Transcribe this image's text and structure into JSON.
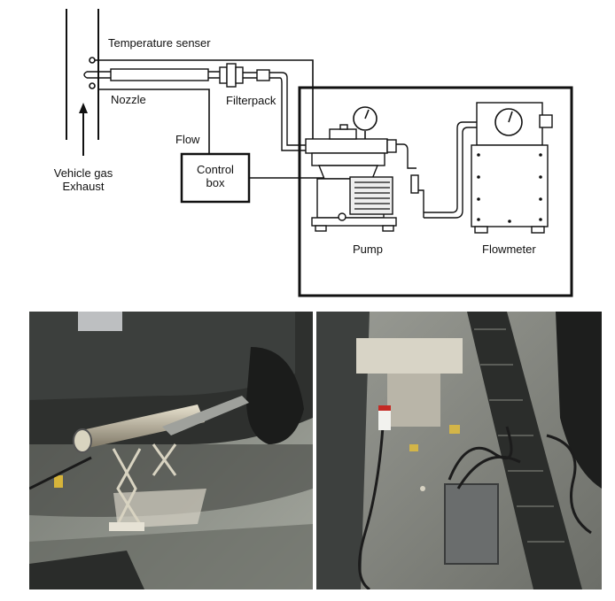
{
  "diagram": {
    "labels": {
      "temperature_sensor": "Temperature senser",
      "nozzle": "Nozzle",
      "filterpack": "Filterpack",
      "flow": "Flow",
      "control_box_line1": "Control",
      "control_box_line2": "box",
      "vehicle_line1": "Vehicle gas",
      "vehicle_line2": "Exhaust",
      "pump": "Pump",
      "flowmeter": "Flowmeter"
    }
  },
  "colors": {
    "line": "#111111",
    "pipe_fill": "#ffffff",
    "photo_dark": "#2a2b2a",
    "asphalt": "#8c8f88",
    "metal": "#c9c4b5"
  }
}
